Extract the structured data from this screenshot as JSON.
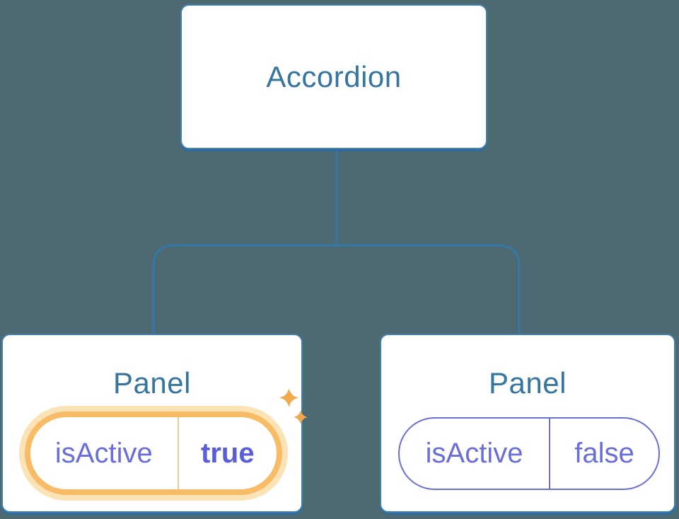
{
  "diagram": {
    "description": "Component tree diagram: Accordion parent with two Panel children holding isActive state",
    "root": {
      "label": "Accordion"
    },
    "children": [
      {
        "title": "Panel",
        "state": {
          "name": "isActive",
          "value": "true"
        },
        "highlighted": true
      },
      {
        "title": "Panel",
        "state": {
          "name": "isActive",
          "value": "false"
        },
        "highlighted": false
      }
    ],
    "colors": {
      "background": "#4D6A73",
      "node_fill": "#FFFFFF",
      "node_border": "#4380AB",
      "node_shadow": "#2D6C9D",
      "connector_line": "#3578A8",
      "label_text": "#35759F",
      "state_text": "#6A6EDB",
      "state_value_active_text": "#5A5ED8",
      "highlight_ring": "#F8BC66",
      "highlight_glow": "#FBE3B6",
      "sparkle": "#F2A94C"
    }
  }
}
